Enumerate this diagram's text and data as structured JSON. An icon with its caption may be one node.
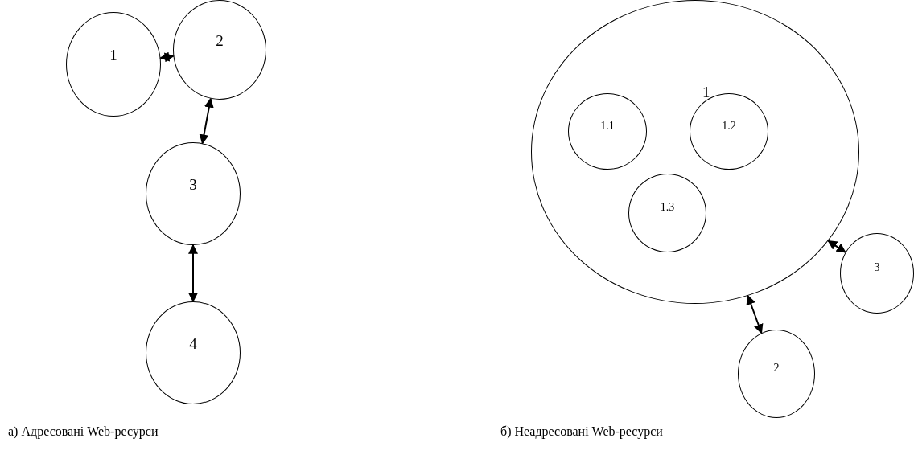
{
  "diagram": {
    "nodes": [
      {
        "text": [
          "1"
        ]
      },
      {
        "text": [
          "2"
        ]
      },
      {
        "text": [
          "3"
        ]
      },
      {
        "text": [
          "4"
        ]
      },
      {
        "text": [
          "1"
        ]
      },
      {
        "text": [
          "1.1"
        ],
        "in": 4
      },
      {
        "text": [
          "1.2"
        ],
        "in": 4
      },
      {
        "text": [
          "1.3"
        ],
        "in": 4
      },
      {
        "text": [
          "3"
        ]
      },
      {
        "text": [
          "2"
        ]
      }
    ],
    "edges": [
      {
        "from": 0,
        "to": 1,
        "arrow": "both"
      },
      {
        "from": 1,
        "to": 2,
        "arrow": "both"
      },
      {
        "from": 2,
        "to": 3,
        "arrow": "both"
      },
      {
        "from": 4,
        "to": 8,
        "arrow": "both"
      },
      {
        "from": 4,
        "to": 9,
        "arrow": "both"
      }
    ],
    "labels": [
      "а) Адресовані Web-ресурси",
      "б) Неадресовані Web-ресурси"
    ]
  }
}
